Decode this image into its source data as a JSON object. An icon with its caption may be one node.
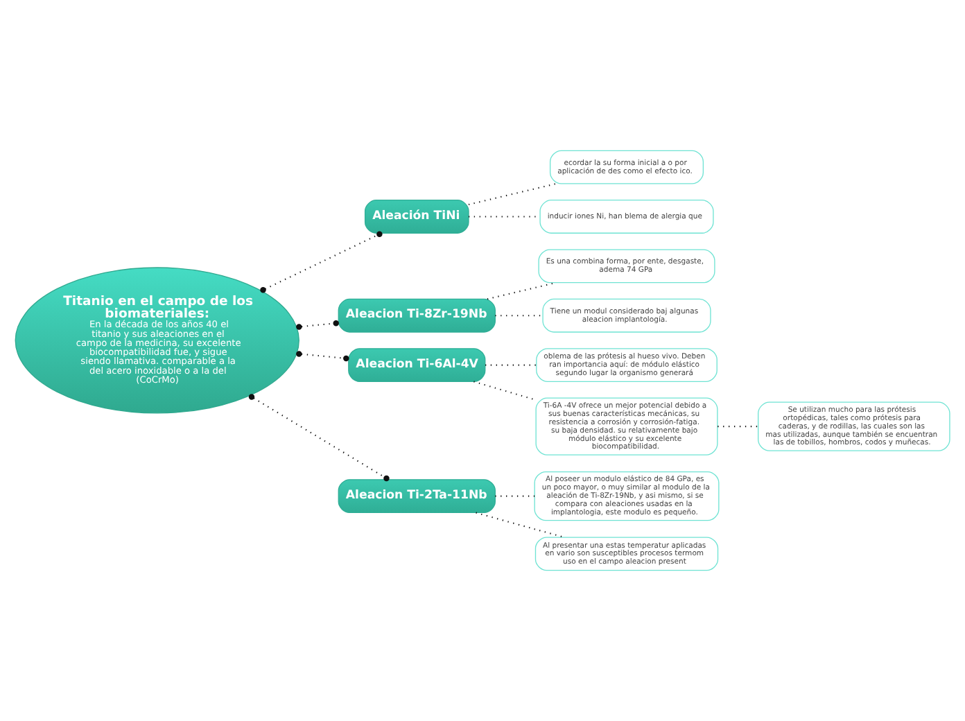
{
  "diagram": {
    "nodes": [
      {
        "text": [
          "Titanio en el campo de los biomateriales:",
          "En la década de los años 40 el titanio y sus aleaciones en el campo de la medicina, su excelente biocompatibilidad fue, y sigue siendo llamativa. comparable a la del acero inoxidable o a la del (CoCrMo)"
        ]
      },
      {
        "text": [
          "Aleación TiNi"
        ]
      },
      {
        "text": [
          "ecordar la su forma inicial a o por aplicación de des como el efecto ico."
        ]
      },
      {
        "text": [
          "inducir iones Ni, han blema de alergia que"
        ]
      },
      {
        "text": [
          "Aleacion Ti-8Zr-19Nb"
        ]
      },
      {
        "text": [
          "Es una combina forma, por ente, desgaste, adema 74 GPa"
        ]
      },
      {
        "text": [
          "Tiene un modul considerado baj algunas aleacion implantología."
        ]
      },
      {
        "text": [
          "Aleacion Ti-6Al-4V"
        ]
      },
      {
        "text": [
          "oblema de las prótesis al hueso vivo. Deben ran importancia aquí: de módulo elástico segundo lugar la organismo generará"
        ]
      },
      {
        "text": [
          "Ti-6A -4V ofrece un mejor potencial debido a sus buenas características mecánicas, su resistencia a corrosión y corrosión-fatiga. su baja densidad. su relativamente bajo módulo elástico y su excelente biocompatibilidad."
        ]
      },
      {
        "text": [
          "Se utilizan mucho para las prótesis ortopédicas, tales como prótesis para caderas, y de rodillas, las cuales son las mas utilizadas, aunque también se encuentran las de tobillos, hombros, codos y muñecas."
        ]
      },
      {
        "text": [
          "Aleacion Ti-2Ta-11Nb"
        ]
      },
      {
        "text": [
          "Al poseer un modulo elástico de 84 GPa, es un poco mayor, o muy similar al modulo de la aleación de Ti-8Zr-19Nb, y asi mismo, si se compara con aleaciones usadas en la implantologia, este modulo es pequeño."
        ]
      },
      {
        "text": [
          "Al presentar una estas temperatur aplicadas en vario son susceptibles procesos termom uso en el campo aleacion present"
        ]
      }
    ],
    "edges": [
      {
        "from": 0,
        "to": 1,
        "arrow": "other",
        "style": "dashed"
      },
      {
        "from": 1,
        "to": 2,
        "arrow": "none",
        "style": "dashed"
      },
      {
        "from": 1,
        "to": 3,
        "arrow": "none",
        "style": "dashed"
      },
      {
        "from": 0,
        "to": 4,
        "arrow": "other",
        "style": "dashed"
      },
      {
        "from": 4,
        "to": 5,
        "arrow": "none",
        "style": "dashed"
      },
      {
        "from": 4,
        "to": 6,
        "arrow": "none",
        "style": "dashed"
      },
      {
        "from": 0,
        "to": 7,
        "arrow": "other",
        "style": "dashed"
      },
      {
        "from": 7,
        "to": 8,
        "arrow": "none",
        "style": "dashed"
      },
      {
        "from": 7,
        "to": 9,
        "arrow": "none",
        "style": "dashed"
      },
      {
        "from": 9,
        "to": 10,
        "arrow": "none",
        "style": "dashed"
      },
      {
        "from": 0,
        "to": 11,
        "arrow": "other",
        "style": "dashed"
      },
      {
        "from": 11,
        "to": 12,
        "arrow": "none",
        "style": "dashed"
      },
      {
        "from": 11,
        "to": 13,
        "arrow": "none",
        "style": "dashed"
      }
    ]
  }
}
